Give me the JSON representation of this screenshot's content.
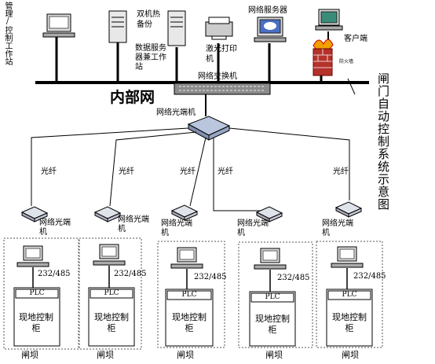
{
  "title": "闸门自动控制系统示意图",
  "internal_network": "内部网",
  "top_nodes": {
    "mgmt_station": "管理/控制工作站",
    "dual_backup": "双机热备份",
    "db_server": "数据服务器兼工作站",
    "laser_printer": "激光打印机",
    "net_server": "网络服务器",
    "client": "客户端",
    "firewall": "防火墙"
  },
  "switch_label": "网络交换机",
  "main_transceiver": "网络光端机",
  "fiber_label": "光纤",
  "remote_transceiver": "网络光端机",
  "io_label": "232/485",
  "plc_label": "PLC",
  "cabinet_label": "现地控制柜",
  "gate_label": "闸坝"
}
